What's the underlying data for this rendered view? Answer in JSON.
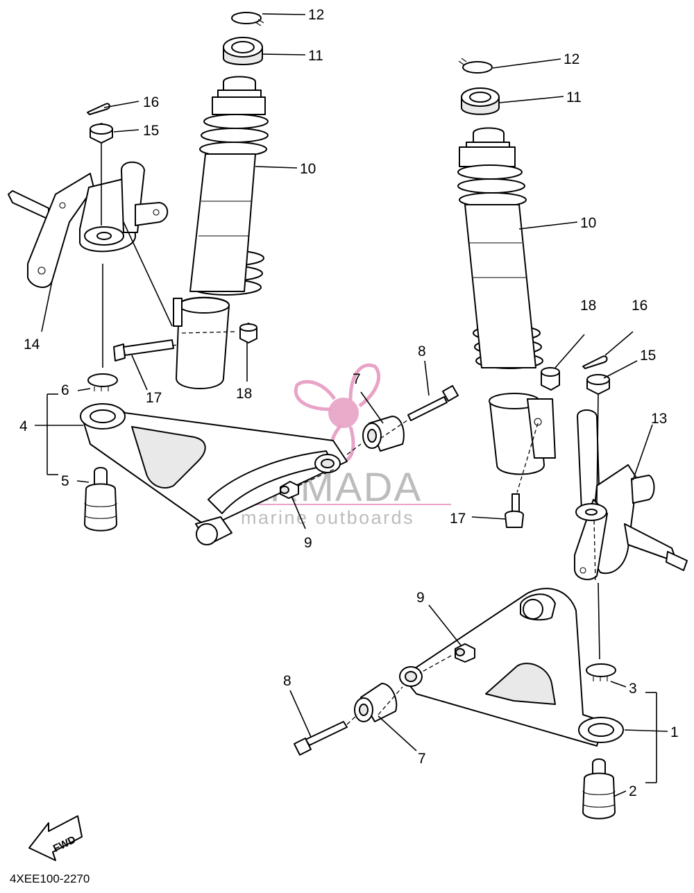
{
  "diagram_code": "4XEE100-2270",
  "fwd_label": "FWD",
  "watermark": {
    "brand": "ARMADA",
    "tagline": "marine outboards",
    "color": "#e79fc4"
  },
  "callouts": {
    "c1": "1",
    "c2": "2",
    "c3": "3",
    "c4": "4",
    "c5": "5",
    "c6": "6",
    "c7a": "7",
    "c7b": "7",
    "c8a": "8",
    "c8b": "8",
    "c9a": "9",
    "c9b": "9",
    "c10a": "10",
    "c10b": "10",
    "c11a": "11",
    "c11b": "11",
    "c12a": "12",
    "c12b": "12",
    "c13": "13",
    "c14": "14",
    "c15a": "15",
    "c15b": "15",
    "c16a": "16",
    "c16b": "16",
    "c17a": "17",
    "c17b": "17",
    "c18a": "18",
    "c18b": "18"
  }
}
